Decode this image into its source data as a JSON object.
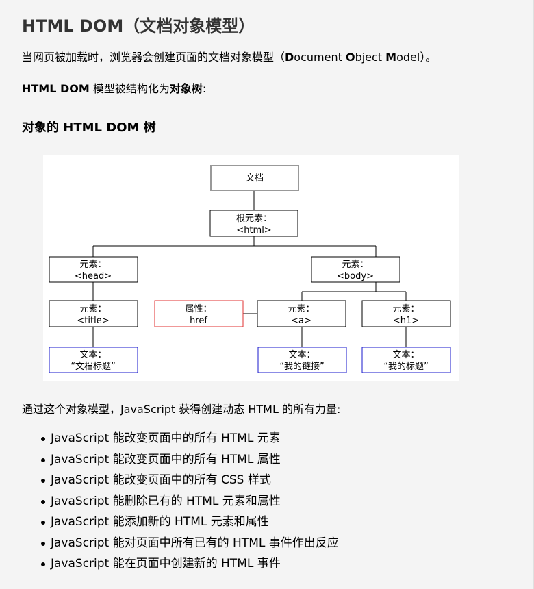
{
  "page": {
    "title": "HTML DOM（文档对象模型）",
    "intro": {
      "before": "当网页被加载时，浏览器会创建页面的文档对象模型（",
      "d_bold": "D",
      "d_rest": "ocument ",
      "o_bold": "O",
      "o_rest": "bject ",
      "m_bold": "M",
      "m_rest": "odel",
      "after": "）。"
    },
    "structured": {
      "part1": "HTML DOM",
      "part2": " 模型被结构化为",
      "part3": "对象树",
      "part4": ":"
    },
    "tree_heading": "对象的 HTML DOM 树",
    "capabilities_intro": "通过这个对象模型，JavaScript 获得创建动态 HTML 的所有力量:",
    "capabilities": [
      "JavaScript 能改变页面中的所有 HTML 元素",
      "JavaScript 能改变页面中的所有 HTML 属性",
      "JavaScript 能改变页面中的所有 CSS 样式",
      "JavaScript 能删除已有的 HTML 元素和属性",
      "JavaScript 能添加新的 HTML 元素和属性",
      "JavaScript 能对页面中所有已有的 HTML 事件作出反应",
      "JavaScript 能在页面中创建新的 HTML 事件"
    ]
  },
  "diagram": {
    "colors": {
      "document_border": "#999999",
      "attribute_border": "#e03030",
      "text_border": "#1a1acc",
      "element_border": "#000000"
    },
    "nodes": {
      "document": {
        "line1": "文档"
      },
      "root": {
        "line1": "根元素：",
        "line2": "<html>"
      },
      "head": {
        "line1": "元素：",
        "line2": "<head>"
      },
      "body": {
        "line1": "元素：",
        "line2": "<body>"
      },
      "title": {
        "line1": "元素：",
        "line2": "<title>"
      },
      "attr_href": {
        "line1": "属性：",
        "line2": "href"
      },
      "a": {
        "line1": "元素：",
        "line2": "<a>"
      },
      "h1": {
        "line1": "元素：",
        "line2": "<h1>"
      },
      "text_title": {
        "line1": "文本：",
        "line2": "“文档标题”"
      },
      "text_link": {
        "line1": "文本：",
        "line2": "“我的链接”"
      },
      "text_heading": {
        "line1": "文本：",
        "line2": "“我的标题”"
      }
    }
  }
}
